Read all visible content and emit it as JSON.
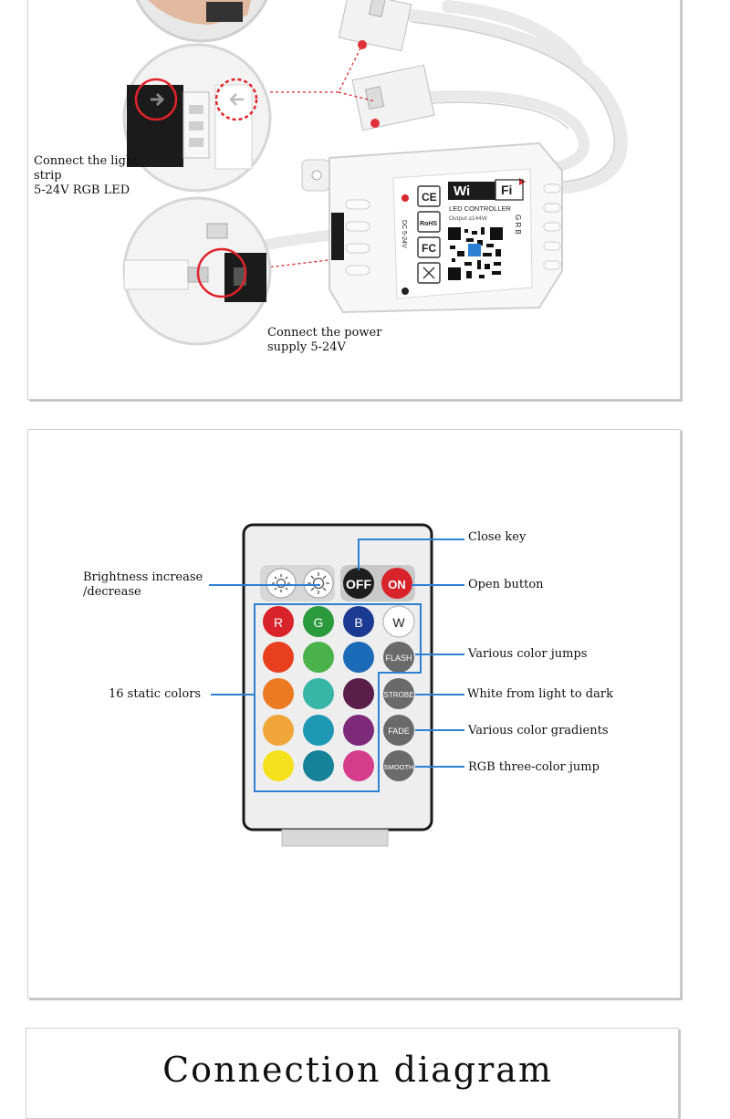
{
  "panel1": {
    "callout_strip": "Connect the light\n strip\n5-24V RGB LED",
    "callout_power": "Connect the power\n supply 5-24V",
    "controller": {
      "wifi_left": "Wi",
      "wifi_right": "Fi",
      "title": "LED CONTROLLER",
      "output": "Output ≤144W",
      "dc_label": "DC 5-24V",
      "grb_label": "G R B",
      "certs": [
        "CE",
        "RoHS",
        "FC",
        "WEEE"
      ]
    }
  },
  "panel2": {
    "labels": {
      "brightness": "Brightness increase\n     /decrease",
      "static_colors": "16 static colors",
      "close_key": "Close key",
      "open_button": "Open button",
      "flash_desc": "Various color jumps",
      "strobe_desc": "White from light to dark",
      "fade_desc": "Various color gradients",
      "smooth_desc": "RGB three-color jump"
    },
    "remote": {
      "off": "OFF",
      "on": "ON",
      "r": "R",
      "g": "G",
      "b": "B",
      "w": "W",
      "flash": "FLASH",
      "strobe": "STROBE",
      "fade": "FADE",
      "smooth": "SMOOTH"
    },
    "colors": {
      "row1": [
        "#d8232a",
        "#2a9a3c",
        "#1d3a93"
      ],
      "row2": [
        "#e8401f",
        "#49b24a",
        "#1c6bb8"
      ],
      "row3": [
        "#ec7a22",
        "#37b6a8",
        "#5b1e4b"
      ],
      "row4": [
        "#f0a63a",
        "#1f98b3",
        "#7d2a7a"
      ],
      "row5": [
        "#f4e11c",
        "#16829a",
        "#d63c8c"
      ],
      "accent_line": "#2f7fd3"
    }
  },
  "section": {
    "title": "Connection diagram"
  }
}
